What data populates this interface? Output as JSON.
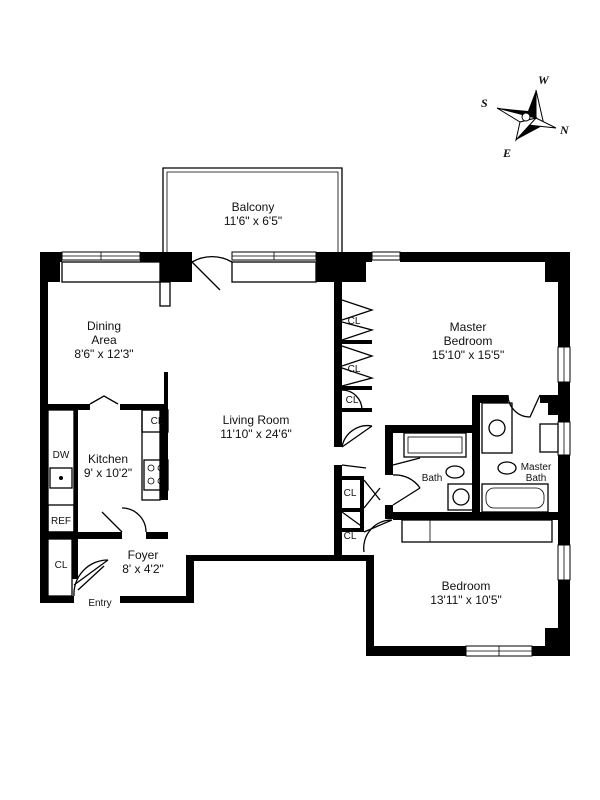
{
  "compass": {
    "n": "N",
    "s": "S",
    "e": "E",
    "w": "W"
  },
  "rooms": {
    "balcony": {
      "name": "Balcony",
      "size": "11'6\" x 6'5\""
    },
    "dining": {
      "name_line1": "Dining",
      "name_line2": "Area",
      "size": "8'6\" x 12'3\""
    },
    "living": {
      "name": "Living Room",
      "size": "11'10\" x 24'6\""
    },
    "master_bedroom": {
      "name_line1": "Master",
      "name_line2": "Bedroom",
      "size": "15'10\" x 15'5\""
    },
    "kitchen": {
      "name": "Kitchen",
      "size": "9' x 10'2\""
    },
    "foyer": {
      "name": "Foyer",
      "size": "8' x 4'2\""
    },
    "bedroom": {
      "name": "Bedroom",
      "size": "13'11\" x 10'5\""
    },
    "bath": {
      "name": "Bath"
    },
    "master_bath": {
      "name_line1": "Master",
      "name_line2": "Bath"
    }
  },
  "fixtures": {
    "closet": "CL",
    "dishwasher": "DW",
    "refrigerator": "REF",
    "entry": "Entry"
  },
  "colors": {
    "wall": "#000000",
    "background": "#ffffff"
  }
}
